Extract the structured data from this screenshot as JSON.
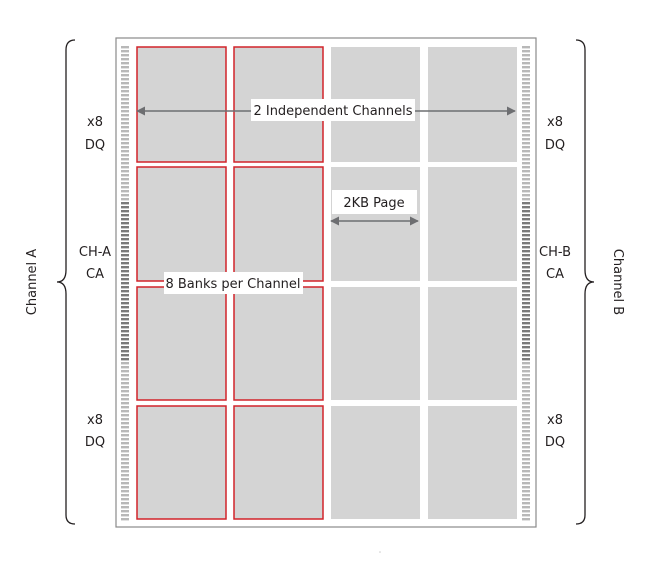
{
  "labels": {
    "channels": "2 Independent Channels",
    "page": "2KB Page",
    "banks": "8 Banks per Channel",
    "left_dq_top": [
      "x8",
      "DQ"
    ],
    "left_ca": [
      "CH-A",
      "CA"
    ],
    "left_dq_bottom": [
      "x8",
      "DQ"
    ],
    "right_dq_top": [
      "x8",
      "DQ"
    ],
    "right_ca": [
      "CH-B",
      "CA"
    ],
    "right_dq_bottom": [
      "x8",
      "DQ"
    ],
    "channel_a": "Channel A",
    "channel_b": "Channel B"
  },
  "colors": {
    "bank_fill": "#d4d4d4",
    "channel_a_outline": "#d2232a",
    "chip_border": "#8a8a8a",
    "pad": "#b8b8b8",
    "pad_dark": "#7a7a7a",
    "arrow": "#6d6e71",
    "text": "#231f20"
  },
  "structure": {
    "bank_columns": 4,
    "bank_rows": 4,
    "channel_a_columns": 2
  }
}
